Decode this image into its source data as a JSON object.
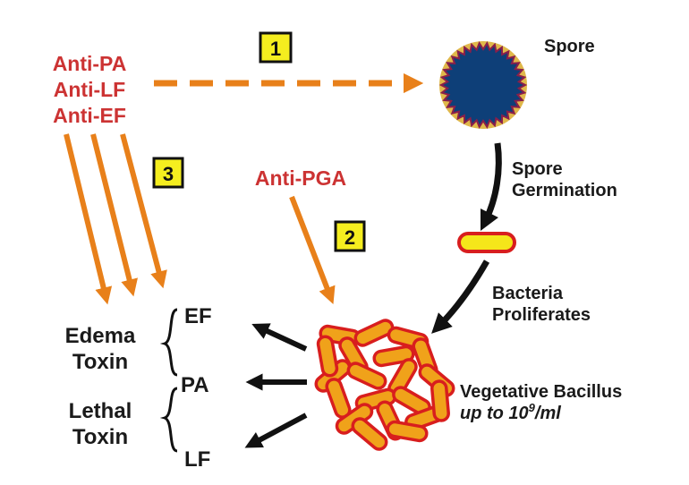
{
  "antibodies": {
    "anti_pa": "Anti-PA",
    "anti_lf": "Anti-LF",
    "anti_ef": "Anti-EF",
    "anti_pga": "Anti-PGA"
  },
  "steps": [
    "1",
    "2",
    "3"
  ],
  "spore": {
    "label": "Spore",
    "germination_line1": "Spore",
    "germination_line2": "Germination"
  },
  "bacteria": {
    "proliferates_line1": "Bacteria",
    "proliferates_line2": "Proliferates",
    "vegetative_label": "Vegetative Bacillus",
    "concentration_prefix": "up to 10",
    "concentration_exp": "9",
    "concentration_suffix": "/ml"
  },
  "toxins": {
    "edema_line1": "Edema",
    "edema_line2": "Toxin",
    "lethal_line1": "Lethal",
    "lethal_line2": "Toxin",
    "ef": "EF",
    "pa": "PA",
    "lf": "LF"
  },
  "colors": {
    "antibody_text": "#cc3333",
    "orange_arrow": "#e8801a",
    "spore_fill": "#0e3f78",
    "bacillus_fill": "#f0a21a",
    "bacillus_outline": "#d81e1e",
    "step_box": "#f5ee1f"
  }
}
